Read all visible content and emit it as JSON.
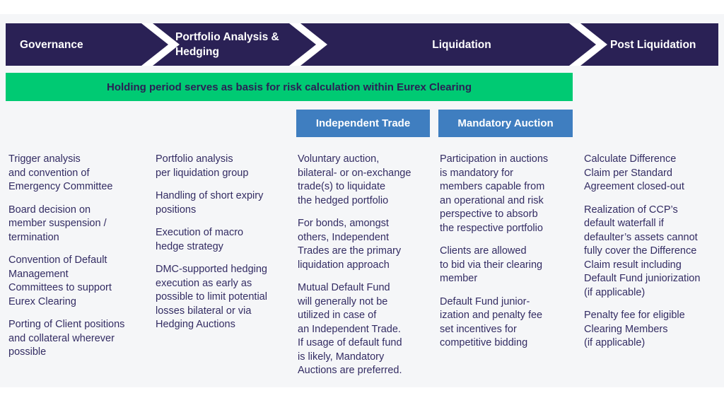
{
  "process_bar": {
    "stages": [
      {
        "label": "Governance"
      },
      {
        "label": "Portfolio Analysis &\nHedging"
      },
      {
        "label": "Liquidation"
      },
      {
        "label": "Post Liquidation"
      }
    ]
  },
  "banner": {
    "text": "Holding period serves as basis for risk calculation within Eurex Clearing"
  },
  "sub_headers": [
    {
      "label": "Independent Trade"
    },
    {
      "label": "Mandatory Auction"
    }
  ],
  "columns": [
    {
      "stage": "Governance",
      "paragraphs": [
        "Trigger analysis\nand convention of\nEmergency Committee",
        "Board decision on\nmember suspension /\ntermination",
        "Convention of Default\nManagement\nCommittees to support\nEurex Clearing",
        "Porting of Client positions\nand collateral wherever\npossible"
      ]
    },
    {
      "stage": "Portfolio Analysis & Hedging",
      "paragraphs": [
        "Portfolio analysis\nper liquidation group",
        "Handling of short expiry\npositions",
        "Execution of macro\nhedge strategy",
        "DMC-supported hedging\nexecution as early as\npossible to limit potential\nlosses bilateral or via\nHedging Auctions"
      ]
    },
    {
      "stage": "Liquidation - Independent Trade",
      "paragraphs": [
        "Voluntary auction,\nbilateral- or on-exchange\ntrade(s) to liquidate\nthe hedged portfolio",
        "For bonds, amongst\nothers, Independent\nTrades are the primary\nliquidation approach",
        "Mutual Default Fund\nwill generally not be\nutilized in case of\nan Independent Trade.\nIf usage of default fund\nis likely, Mandatory\nAuctions are preferred."
      ]
    },
    {
      "stage": "Liquidation - Mandatory Auction",
      "paragraphs": [
        "Participation in auctions\nis mandatory for\nmembers capable from\nan operational and risk\nperspective to absorb\nthe respective portfolio",
        "Clients are allowed\nto bid via their clearing\nmember",
        "Default Fund junior-\nization and penalty fee\nset incentives for\ncompetitive bidding"
      ]
    },
    {
      "stage": "Post Liquidation",
      "paragraphs": [
        "Calculate Difference\nClaim per Standard\nAgreement closed-out",
        "Realization of CCP’s\ndefault waterfall if\ndefaulter’s assets cannot\nfully cover the Difference\nClaim result including\nDefault Fund juniorization\n(if applicable)",
        "Penalty fee for eligible\nClearing Members\n(if applicable)"
      ]
    }
  ],
  "colors": {
    "navy": "#2a2155",
    "green": "#00ca73",
    "blue": "#3f7ec0",
    "body_text": "#332c63",
    "slide_background": "#f5f6f8"
  }
}
